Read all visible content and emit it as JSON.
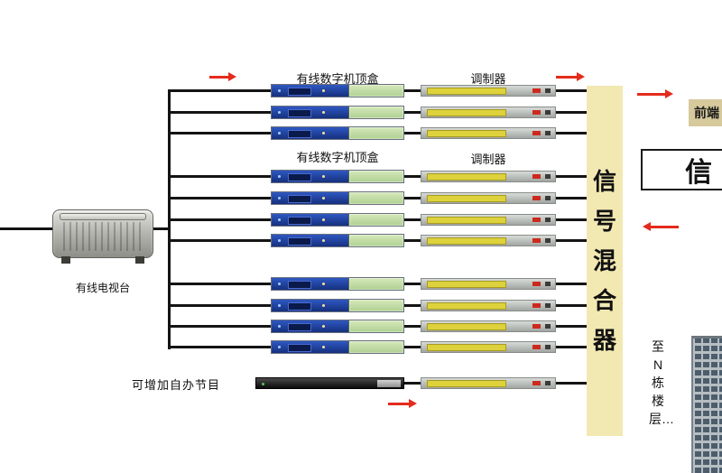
{
  "diagram": {
    "labels": {
      "stb_group_1": "有线数字机顶盒",
      "modulator_group_1": "调制器",
      "stb_group_2": "有线数字机顶盒",
      "modulator_group_2": "调制器",
      "cable_station": "有线电视台",
      "self_program": "可增加自办节目",
      "signal_mixer": "信号混合器",
      "front_end": "前端",
      "signal_box": "信",
      "to_floors": "至N栋楼层…"
    },
    "colors": {
      "flow_arrow_red": "#e42b1c",
      "mixer_yellow": "#f2e8b2",
      "stb_panel_blue": "#203f9e",
      "stb_display_green": "#c7dfa8",
      "modulator_body_gray": "#c3c7c3",
      "modulator_stripe_yellow": "#ddd23c",
      "line_black": "#141414",
      "front_end_tan": "#d6c99c"
    },
    "device_counts": {
      "set_top_boxes": 11,
      "modulators": 12,
      "self_program_devices": 1
    }
  }
}
